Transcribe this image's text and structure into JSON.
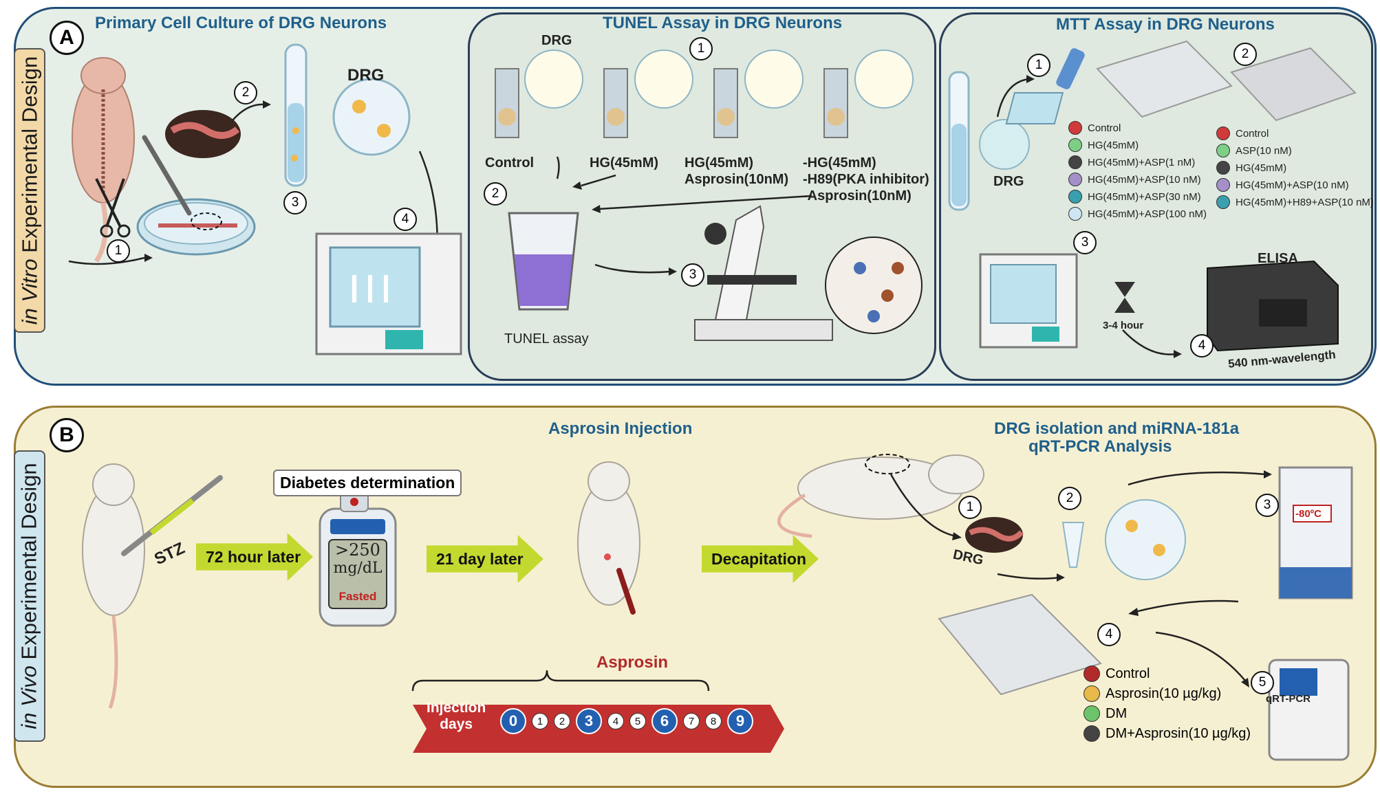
{
  "panel_a": {
    "letter": "A",
    "side_label_em": "in Vitro",
    "side_label": "Experimental Design",
    "culture": {
      "title": "Primary Cell Culture of DRG Neurons",
      "drg": "DRG",
      "steps": [
        "1",
        "2",
        "3",
        "4"
      ]
    },
    "tunel": {
      "title": "TUNEL Assay in DRG Neurons",
      "drg": "DRG",
      "group_control": "Control",
      "group_hg": "HG(45mM)",
      "group_hg_asp_1": "HG(45mM)",
      "group_hg_asp_2": "Asprosin(10nM)",
      "group_h89_1": "-HG(45mM)",
      "group_h89_2": "-H89(PKA inhibitor)",
      "group_h89_3": "-Asprosin(10nM)",
      "assay_label": "TUNEL assay",
      "steps": [
        "1",
        "2",
        "3"
      ]
    },
    "mtt": {
      "title": "MTT Assay in DRG Neurons",
      "drg": "DRG",
      "legend1": [
        {
          "label": "Control",
          "color": "#d03a3a"
        },
        {
          "label": "HG(45mM)",
          "color": "#7ccf84"
        },
        {
          "label": "HG(45mM)+ASP(1 nM)",
          "color": "#444444"
        },
        {
          "label": "HG(45mM)+ASP(10 nM)",
          "color": "#a58fc9"
        },
        {
          "label": "HG(45mM)+ASP(30 nM)",
          "color": "#3a9fae"
        },
        {
          "label": "HG(45mM)+ASP(100 nM)",
          "color": "#cde6f3"
        }
      ],
      "legend2": [
        {
          "label": "Control",
          "color": "#d03a3a"
        },
        {
          "label": "ASP(10 nM)",
          "color": "#7ccf84"
        },
        {
          "label": "HG(45mM)",
          "color": "#444444"
        },
        {
          "label": "HG(45mM)+ASP(10 nM)",
          "color": "#a58fc9"
        },
        {
          "label": "HG(45mM)+H89+ASP(10 nM)",
          "color": "#3a9fae"
        }
      ],
      "time": "3-4 hour",
      "elisa": "ELISA",
      "wavelength": "540 nm-wavelength",
      "steps": [
        "1",
        "2",
        "3",
        "4"
      ]
    }
  },
  "panel_b": {
    "letter": "B",
    "side_label_em": "in Vivo",
    "side_label": "Experimental Design",
    "stz": "STZ",
    "arrow1": "72 hour later",
    "diabetes_title": "Diabetes determination",
    "glucose_value": ">250",
    "glucose_unit": "mg/dL",
    "glucose_note": "Fasted",
    "arrow2": "21 day later",
    "injection_title": "Asprosin Injection",
    "asprosin": "Asprosin",
    "injection_days_1": "Injection",
    "injection_days_2": "days",
    "days": [
      {
        "n": "0",
        "major": true
      },
      {
        "n": "1",
        "major": false
      },
      {
        "n": "2",
        "major": false
      },
      {
        "n": "3",
        "major": true
      },
      {
        "n": "4",
        "major": false
      },
      {
        "n": "5",
        "major": false
      },
      {
        "n": "6",
        "major": true
      },
      {
        "n": "7",
        "major": false
      },
      {
        "n": "8",
        "major": false
      },
      {
        "n": "9",
        "major": true
      }
    ],
    "arrow3": "Decapitation",
    "isolation_title_1": "DRG isolation and miRNA-181a",
    "isolation_title_2": "qRT-PCR Analysis",
    "drg": "DRG",
    "freezer": "-80ºC",
    "qrtpcr": "qRT-PCR",
    "legend": [
      {
        "label": "Control",
        "color": "#b22a2a"
      },
      {
        "label": "Asprosin(10 µg/kg)",
        "color": "#e8b94a"
      },
      {
        "label": "DM",
        "color": "#6cc46a"
      },
      {
        "label": "DM+Asprosin(10 µg/kg)",
        "color": "#444444"
      }
    ],
    "steps": [
      "1",
      "2",
      "3",
      "4",
      "5"
    ]
  }
}
